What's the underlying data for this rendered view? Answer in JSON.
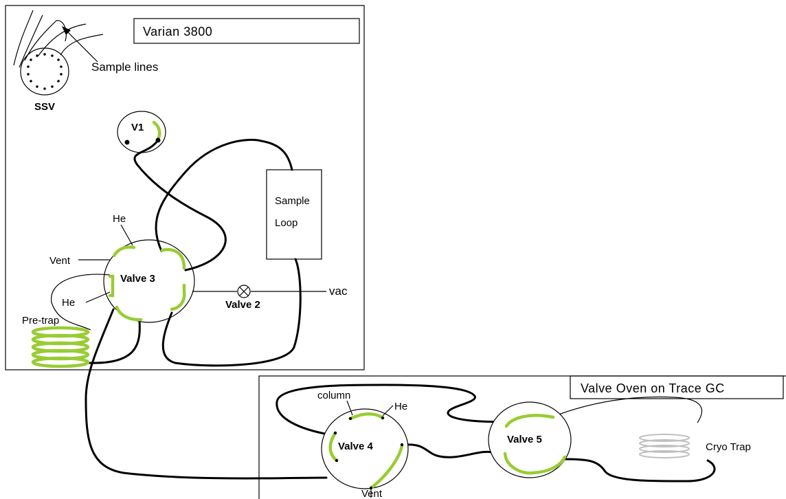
{
  "varian_box": {
    "title": "Varian 3800"
  },
  "trace_box": {
    "title": "Valve Oven on Trace GC"
  },
  "labels": {
    "sample_lines": "Sample lines",
    "ssv": "SSV",
    "v1": "V1",
    "sample_loop_line1": "Sample",
    "sample_loop_line2": "Loop",
    "he_top": "He",
    "vent_left": "Vent",
    "valve3": "Valve 3",
    "he_left": "He",
    "pre_trap": "Pre-trap",
    "valve2": "Valve 2",
    "vac": "vac",
    "column": "column",
    "he_v4": "He",
    "valve4": "Valve 4",
    "vent_bottom": "Vent",
    "valve5": "Valve 5",
    "cryo_trap": "Cryo Trap"
  },
  "colors": {
    "port_connection": "#99cc33",
    "cryo_coil": "#c0c0c0",
    "tubing": "#000000"
  }
}
